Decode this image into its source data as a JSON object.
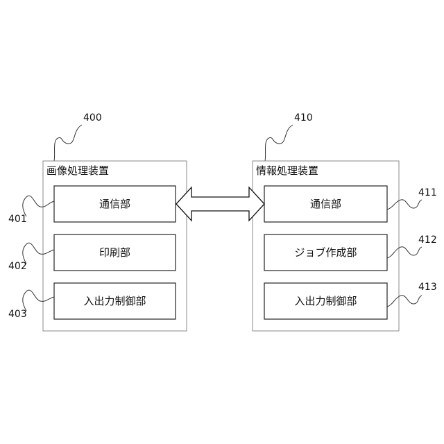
{
  "device_a": {
    "ref": "400",
    "title": "画像処理装置",
    "components": [
      {
        "ref": "401",
        "label": "通信部"
      },
      {
        "ref": "402",
        "label": "印刷部"
      },
      {
        "ref": "403",
        "label": "入出力制御部"
      }
    ]
  },
  "device_b": {
    "ref": "410",
    "title": "情報処理装置",
    "components": [
      {
        "ref": "411",
        "label": "通信部"
      },
      {
        "ref": "412",
        "label": "ジョブ作成部"
      },
      {
        "ref": "413",
        "label": "入出力制御部"
      }
    ]
  },
  "connection": {
    "type": "bidirectional"
  },
  "colors": {
    "stroke_outer": "#888888",
    "stroke_inner": "#222222",
    "text": "#111111",
    "background": "#ffffff"
  }
}
